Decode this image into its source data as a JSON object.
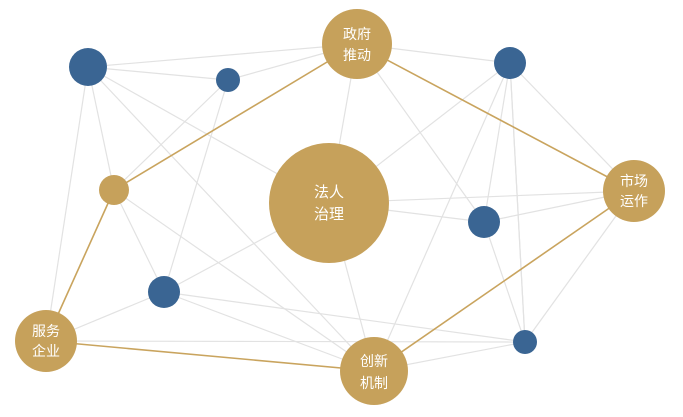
{
  "colors": {
    "gold": "#C6A15B",
    "blue": "#3A6593",
    "gold_line": "#C9A45E",
    "gray_line": "#E2E2E2",
    "label": "#FFFFFF"
  },
  "nodes": [
    {
      "id": "gov",
      "label_line1": "政府",
      "label_line2": "推动",
      "kind": "gold"
    },
    {
      "id": "legal",
      "label_line1": "法人",
      "label_line2": "治理",
      "kind": "gold"
    },
    {
      "id": "market",
      "label_line1": "市场",
      "label_line2": "运作",
      "kind": "gold"
    },
    {
      "id": "service",
      "label_line1": "服务",
      "label_line2": "企业",
      "kind": "gold"
    },
    {
      "id": "innov",
      "label_line1": "创新",
      "label_line2": "机制",
      "kind": "gold"
    },
    {
      "id": "small_gold",
      "label_line1": "",
      "label_line2": "",
      "kind": "gold"
    },
    {
      "id": "b1",
      "label_line1": "",
      "label_line2": "",
      "kind": "blue"
    },
    {
      "id": "b2",
      "label_line1": "",
      "label_line2": "",
      "kind": "blue"
    },
    {
      "id": "b3",
      "label_line1": "",
      "label_line2": "",
      "kind": "blue"
    },
    {
      "id": "b4",
      "label_line1": "",
      "label_line2": "",
      "kind": "blue"
    },
    {
      "id": "b5",
      "label_line1": "",
      "label_line2": "",
      "kind": "blue"
    },
    {
      "id": "b6",
      "label_line1": "",
      "label_line2": "",
      "kind": "blue"
    }
  ],
  "gold_edges": [
    [
      "gov",
      "small_gold"
    ],
    [
      "gov",
      "market"
    ],
    [
      "small_gold",
      "service"
    ],
    [
      "service",
      "innov"
    ],
    [
      "innov",
      "market"
    ]
  ],
  "gray_edges": [
    [
      "b1",
      "gov"
    ],
    [
      "b1",
      "b2"
    ],
    [
      "b1",
      "legal"
    ],
    [
      "b1",
      "innov"
    ],
    [
      "b1",
      "small_gold"
    ],
    [
      "b1",
      "service"
    ],
    [
      "b2",
      "gov"
    ],
    [
      "b2",
      "b5"
    ],
    [
      "b2",
      "small_gold"
    ],
    [
      "gov",
      "b3"
    ],
    [
      "gov",
      "legal"
    ],
    [
      "gov",
      "b4"
    ],
    [
      "b3",
      "legal"
    ],
    [
      "b3",
      "market"
    ],
    [
      "b3",
      "innov"
    ],
    [
      "b3",
      "b4"
    ],
    [
      "b3",
      "b6"
    ],
    [
      "small_gold",
      "b5"
    ],
    [
      "small_gold",
      "innov"
    ],
    [
      "legal",
      "b5"
    ],
    [
      "legal",
      "b4"
    ],
    [
      "legal",
      "market"
    ],
    [
      "legal",
      "innov"
    ],
    [
      "b4",
      "market"
    ],
    [
      "b4",
      "b6"
    ],
    [
      "market",
      "b6"
    ],
    [
      "b5",
      "innov"
    ],
    [
      "b5",
      "b6"
    ],
    [
      "b5",
      "service"
    ],
    [
      "service",
      "b6"
    ],
    [
      "innov",
      "b6"
    ],
    [
      "b6",
      "b3"
    ]
  ]
}
